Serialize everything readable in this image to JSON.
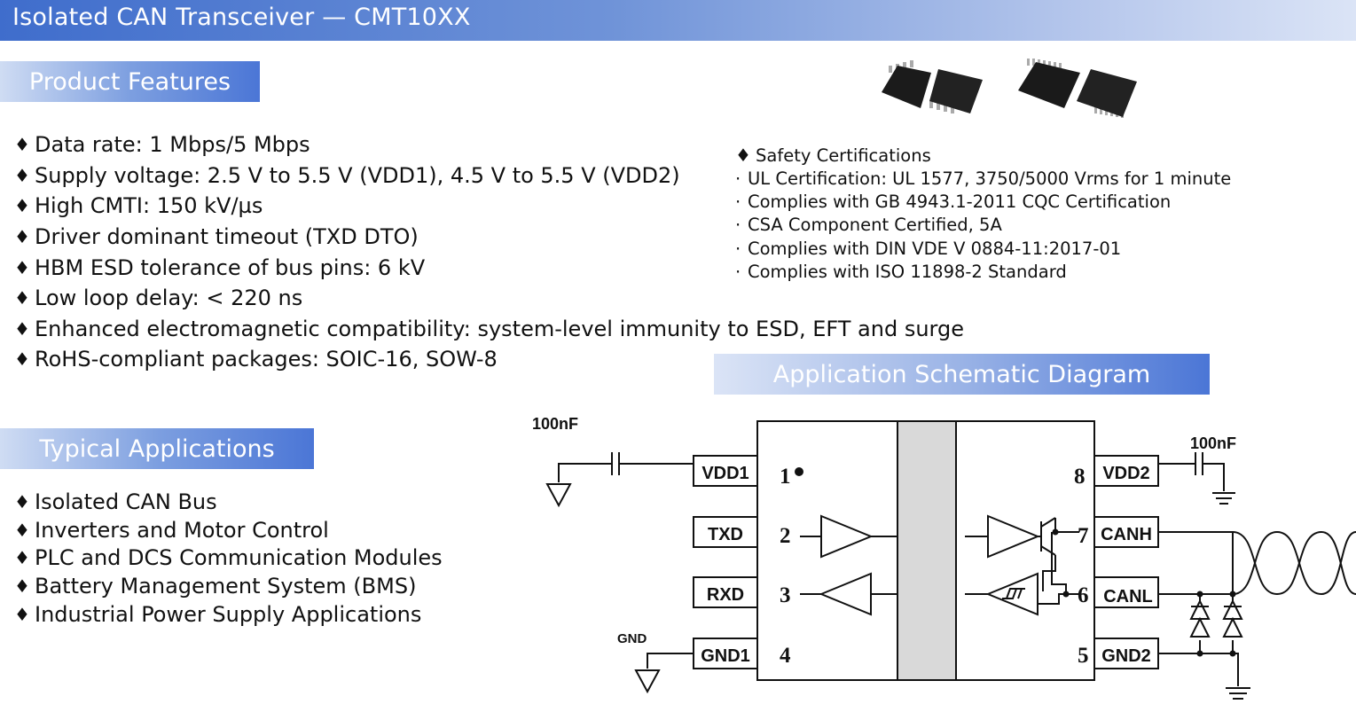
{
  "header": {
    "title": "Isolated CAN Transceiver — CMT10XX"
  },
  "sections": {
    "features_title": "Product Features",
    "applications_title": "Typical Applications",
    "schematic_title": "Application Schematic Diagram"
  },
  "features": [
    "Data rate: 1 Mbps/5 Mbps",
    "Supply voltage: 2.5 V to 5.5 V (VDD1), 4.5 V to 5.5 V (VDD2)",
    "High CMTI: 150 kV/µs",
    "Driver dominant timeout (TXD DTO)",
    "HBM ESD tolerance of bus pins: 6 kV",
    "Low loop delay: < 220 ns",
    "Enhanced electromagnetic compatibility: system-level immunity to ESD, EFT and surge",
    "RoHS-compliant packages: SOIC-16, SOW-8"
  ],
  "applications": [
    "Isolated CAN Bus",
    "Inverters and Motor Control",
    "PLC and DCS Communication Modules",
    "Battery Management System (BMS)",
    "Industrial Power Supply Applications"
  ],
  "safety": {
    "heading": "Safety Certifications",
    "items": [
      "UL Certification: UL 1577, 3750/5000 Vrms for 1 minute",
      "Complies with GB 4943.1-2011 CQC Certification",
      "CSA Component Certified, 5A",
      "Complies with DIN VDE V 0884-11:2017-01",
      "Complies with ISO 11898-2 Standard"
    ]
  },
  "bullet_glyph": "♦",
  "cert_glyph": "·",
  "schematic": {
    "cap_left": "100nF",
    "cap_right": "100nF",
    "gnd_label": "GND",
    "pins_left": [
      {
        "name": "VDD1",
        "num": "1"
      },
      {
        "name": "TXD",
        "num": "2"
      },
      {
        "name": "RXD",
        "num": "3"
      },
      {
        "name": "GND1",
        "num": "4"
      }
    ],
    "pins_right": [
      {
        "name": "VDD2",
        "num": "8"
      },
      {
        "name": "CANH",
        "num": "7"
      },
      {
        "name": "CANL",
        "num": "6"
      },
      {
        "name": "GND2",
        "num": "5"
      }
    ]
  },
  "colors": {
    "header_blue": "#3f6dcc",
    "tag_blue": "#4b76d6",
    "barrier_gray": "#d9d9d9"
  }
}
